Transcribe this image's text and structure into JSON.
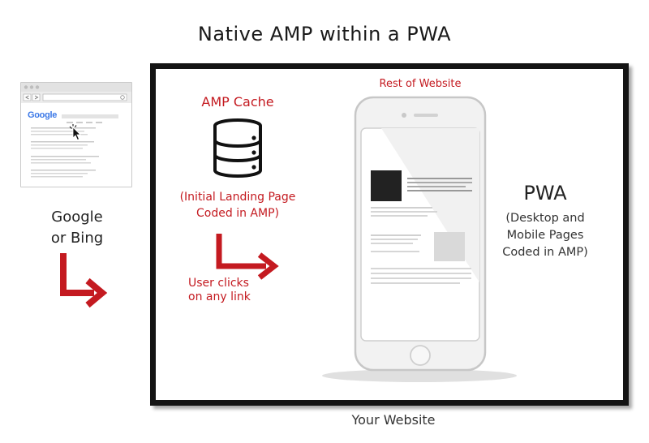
{
  "title": "Native AMP within a PWA",
  "search": {
    "logo": "Google",
    "label_line1": "Google",
    "label_line2": "or Bing"
  },
  "amp_cache": {
    "title": "AMP Cache",
    "desc_line1": "(Initial Landing Page",
    "desc_line2": "Coded in AMP)",
    "icon": "database-icon"
  },
  "user_clicks": {
    "line1": "User clicks",
    "line2": "on any link"
  },
  "phone": {
    "caption": "Rest of Website",
    "icon": "smartphone-icon"
  },
  "pwa": {
    "title": "PWA",
    "line1": "(Desktop and",
    "line2": "Mobile Pages",
    "line3": "Coded in AMP)"
  },
  "footer": "Your Website",
  "colors": {
    "accent_red": "#c41a20",
    "frame": "#141414"
  }
}
